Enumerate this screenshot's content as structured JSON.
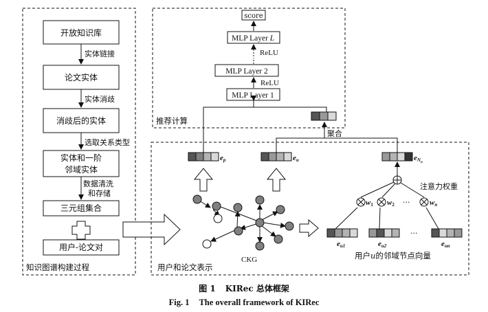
{
  "left_panel": {
    "steps": [
      "开放知识库",
      "论文实体",
      "消歧后的实体",
      "实体和一阶",
      "邻域实体",
      "三元组集合",
      "用户-论文对"
    ],
    "arrow_labels": [
      "实体链接",
      "实体消歧",
      "选取关系类型",
      "数据清洗",
      "和存储"
    ],
    "caption": "知识图谱构建过程"
  },
  "recommend_panel": {
    "caption": "推荐计算",
    "score": "score",
    "mlp_top": "MLP Layer ",
    "mlp_top_l": "L",
    "relu": "ReLU",
    "dots": "⋮",
    "mlp2": "MLP  Layer 2",
    "mlp1": "MLP Layer 1",
    "aggregate": "聚合"
  },
  "repr_panel": {
    "caption": "用户和论文表示",
    "ckg": "CKG",
    "vec_labels": {
      "ep_main": "e",
      "ep_sub": "p",
      "eu_main": "e",
      "eu_sub": "u",
      "enu_main": "e",
      "enu_sub": "N",
      "enu_subsub": "u"
    },
    "attention": "注意力权重",
    "w_labels": [
      {
        "main": "w",
        "sub": "1"
      },
      {
        "main": "w",
        "sub": "2"
      },
      {
        "main": "w",
        "sub": "n"
      }
    ],
    "ellipsis": "···",
    "neighbor_labels": [
      {
        "main": "e",
        "sub": "u1"
      },
      {
        "main": "e",
        "sub": "u2"
      },
      {
        "main": "e",
        "sub": "un"
      }
    ],
    "neighbor_caption_pre": "用户",
    "neighbor_caption_u": "u",
    "neighbor_caption_post": "的邻域节点向量"
  },
  "figure_caption": {
    "cn_label": "图 1",
    "cn_title": "KIRec 总体框架",
    "en_label": "Fig. 1",
    "en_title": "The overall framework of KIRec"
  },
  "colors": {
    "line": "#111111",
    "dark_cell": "#555555",
    "mid_cell": "#999999",
    "light_cell": "#d9d9d9",
    "node_fill": "#808080"
  }
}
